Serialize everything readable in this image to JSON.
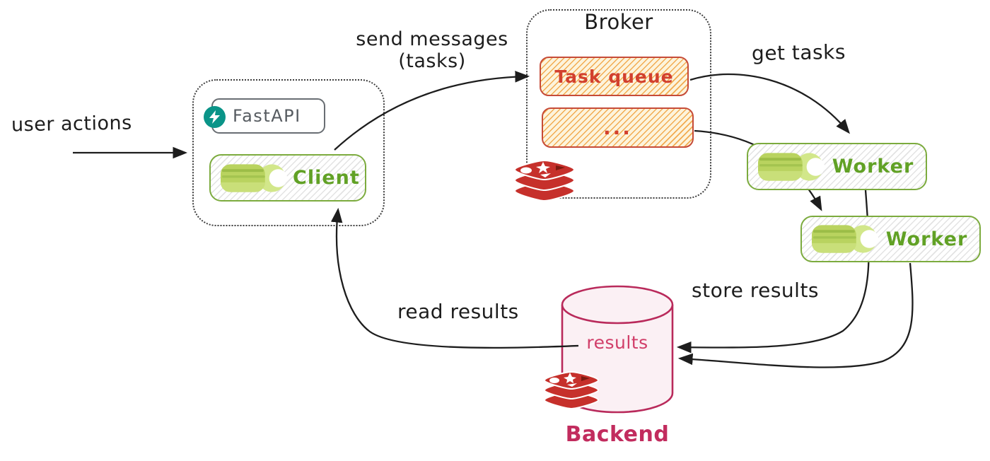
{
  "flow_labels": {
    "user_actions": "user actions",
    "send_messages_line1": "send messages",
    "send_messages_line2": "(tasks)",
    "get_tasks": "get tasks",
    "read_results": "read results",
    "store_results": "store results"
  },
  "client_group": {
    "fastapi_badge_label": "FastAPI",
    "client_label": "Client"
  },
  "broker": {
    "title": "Broker",
    "task_queue_label": "Task queue",
    "more_queues_label": "..."
  },
  "workers": [
    {
      "label": "Worker"
    },
    {
      "label": "Worker"
    }
  ],
  "backend": {
    "title": "Backend",
    "results_label": "results"
  },
  "icons": {
    "fastapi_logo": "lightning-bolt",
    "client_icon": "celery-stalk",
    "worker_icon": "celery-stalk",
    "broker_store_icon": "redis-logo",
    "backend_store_icon": "redis-logo"
  },
  "colors": {
    "ink": "#1d1d1d",
    "celery_green_border": "#7cab3e",
    "celery_green_text": "#61a125",
    "fastapi_teal": "#0a9488",
    "queue_border_red": "#c64b38",
    "queue_text_red": "#d2402e",
    "queue_hatch_orange": "#f2ab50",
    "backend_crimson": "#bb2a5b",
    "redis_red": "#c6302b"
  }
}
